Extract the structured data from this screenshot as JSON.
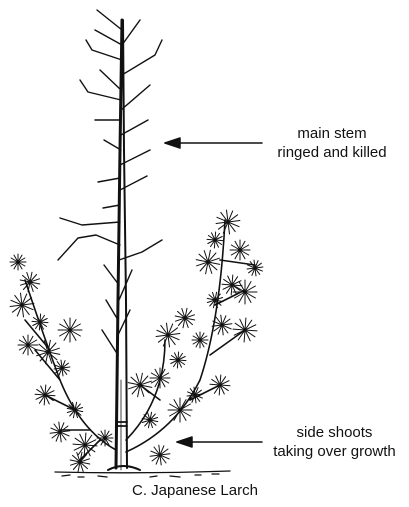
{
  "labels": {
    "main_stem": {
      "line1": "main stem",
      "line2": "ringed and killed"
    },
    "side_shoots": {
      "line1": "side shoots",
      "line2": "taking over growth"
    }
  },
  "caption": "C. Japanese Larch",
  "colors": {
    "ink": "#111111",
    "paper": "#ffffff"
  },
  "icons": [
    "arrow-left-icon",
    "arrow-left-icon"
  ]
}
